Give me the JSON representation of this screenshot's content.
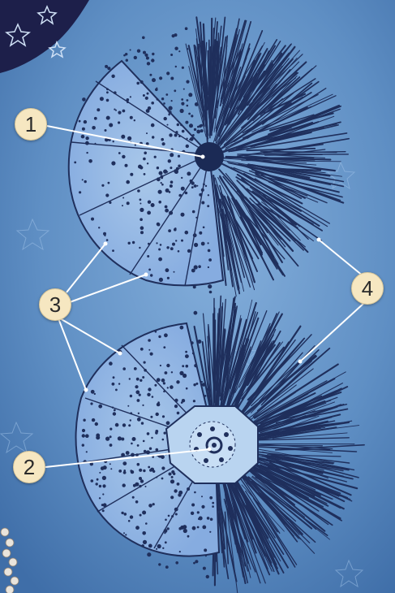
{
  "figure": {
    "background_color": "#5f8fc4",
    "ink_color": "#1f2f5c",
    "callout_fill": "#f6e7c1",
    "line_color": "#ffffff"
  },
  "callouts": [
    {
      "id": "c1",
      "label": "1"
    },
    {
      "id": "c2",
      "label": "2"
    },
    {
      "id": "c3",
      "label": "3"
    },
    {
      "id": "c4",
      "label": "4"
    }
  ]
}
